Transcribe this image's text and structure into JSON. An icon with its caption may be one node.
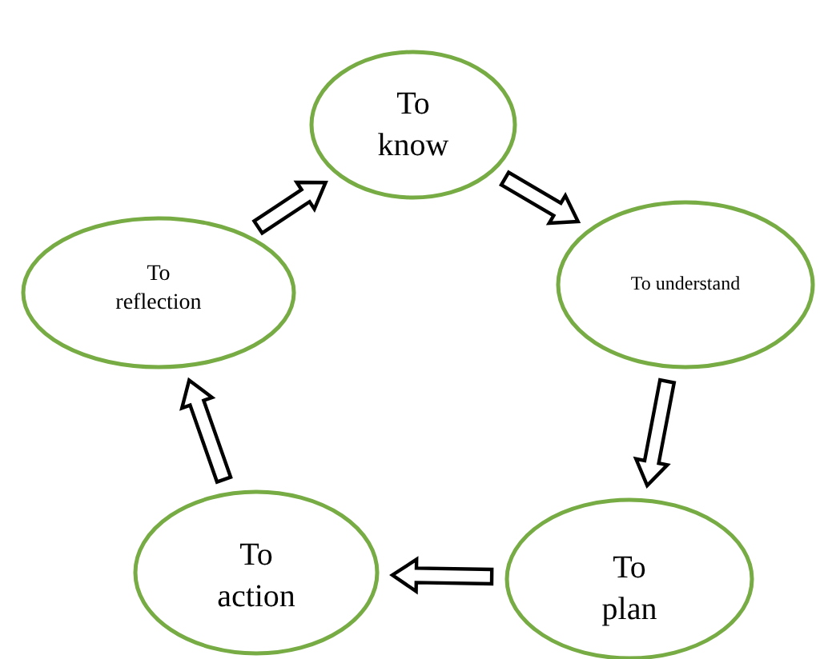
{
  "diagram": {
    "nodes": [
      {
        "text": [
          "To know"
        ]
      },
      {
        "text": [
          "To understand"
        ]
      },
      {
        "text": [
          "To plan"
        ]
      },
      {
        "text": [
          "To action"
        ]
      },
      {
        "text": [
          "To reflection"
        ]
      }
    ],
    "edges": [
      {
        "from": 0,
        "to": 1,
        "arrow": "to"
      },
      {
        "from": 1,
        "to": 2,
        "arrow": "to"
      },
      {
        "from": 2,
        "to": 3,
        "arrow": "to"
      },
      {
        "from": 3,
        "to": 4,
        "arrow": "to"
      },
      {
        "from": 4,
        "to": 0,
        "arrow": "to"
      }
    ]
  }
}
